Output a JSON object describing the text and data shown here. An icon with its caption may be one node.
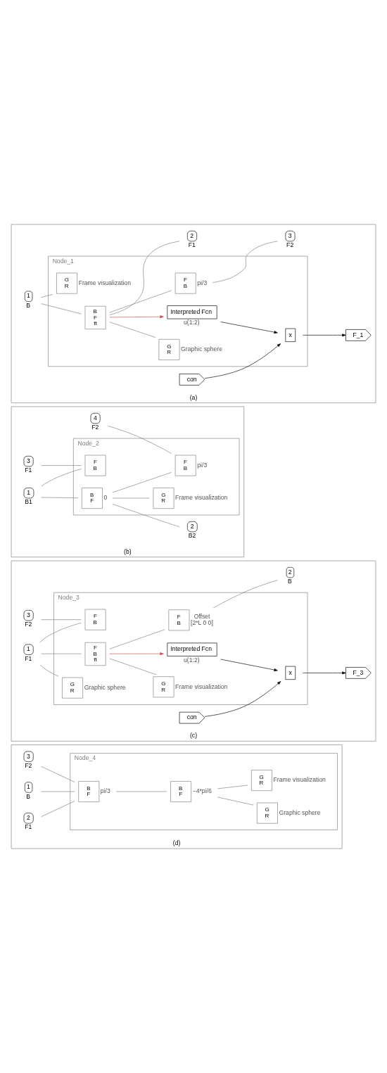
{
  "diagram": {
    "nodes": [
      {
        "text": [
          "(a)"
        ]
      },
      {
        "text": [
          "Node_1"
        ],
        "in": 0
      },
      {
        "text": [
          "1"
        ],
        "beside": [
          "B"
        ],
        "in": 0
      },
      {
        "text": [
          "con"
        ],
        "in": 0
      },
      {
        "text": [
          "G",
          "R"
        ],
        "beside": [
          "Frame visualization"
        ],
        "in": 1
      },
      {
        "text": [
          "G",
          "R"
        ],
        "beside": [
          "Graphic sphere"
        ],
        "in": 1
      },
      {
        "text": [
          "F",
          "B"
        ],
        "beside": [
          "pi/3"
        ],
        "in": 1
      },
      {
        "text": [
          "B",
          "F",
          "ft"
        ],
        "in": 1
      },
      {
        "text": [
          "Interpreted Fcn"
        ],
        "beside": [
          "u(1:2)"
        ],
        "in": 1
      },
      {
        "text": [
          "x"
        ],
        "in": 1
      },
      {
        "text": [
          "3"
        ],
        "beside": [
          "F2"
        ],
        "in": 0
      },
      {
        "text": [
          "2"
        ],
        "beside": [
          "F1"
        ],
        "in": 0
      },
      {
        "text": [
          "F_1"
        ],
        "in": 0
      },
      {
        "text": [
          "(b)"
        ]
      },
      {
        "text": [
          "Node_2"
        ],
        "in": 13
      },
      {
        "text": [
          "3"
        ],
        "beside": [
          "F1"
        ],
        "in": 13
      },
      {
        "text": [
          "F",
          "B"
        ],
        "in": 14
      },
      {
        "text": [
          "G",
          "R"
        ],
        "beside": [
          "Frame visualization"
        ],
        "in": 14
      },
      {
        "text": [
          "F",
          "B"
        ],
        "beside": [
          "pi/3"
        ],
        "in": 14
      },
      {
        "text": [
          "4"
        ],
        "beside": [
          "F2"
        ],
        "in": 13
      },
      {
        "text": [
          "1"
        ],
        "beside": [
          "B1"
        ],
        "in": 13
      },
      {
        "text": [
          "B",
          "F"
        ],
        "beside": [
          "0"
        ],
        "in": 14
      },
      {
        "text": [
          "2"
        ],
        "beside": [
          "B2"
        ],
        "in": 13
      },
      {
        "text": [
          "(c)"
        ]
      },
      {
        "text": [
          "Node_3"
        ],
        "in": 23
      },
      {
        "text": [
          "3"
        ],
        "beside": [
          "F2"
        ],
        "in": 23
      },
      {
        "text": [
          "F",
          "B"
        ],
        "in": 24
      },
      {
        "text": [
          "G",
          "R"
        ],
        "beside": [
          "Graphic sphere"
        ],
        "in": 24
      },
      {
        "text": [
          "G",
          "R"
        ],
        "beside": [
          "Frame visualization"
        ],
        "in": 24
      },
      {
        "text": [
          "1"
        ],
        "beside": [
          "F1"
        ],
        "in": 23
      },
      {
        "text": [
          "F",
          "B",
          "ft"
        ],
        "in": 24
      },
      {
        "text": [
          "F",
          "B"
        ],
        "beside": [
          "Offset",
          "[2*L 0 0]"
        ],
        "in": 24
      },
      {
        "text": [
          "2"
        ],
        "beside": [
          "B"
        ],
        "in": 23
      },
      {
        "text": [
          "Interpreted Fcn"
        ],
        "beside": [
          "u(1:2)"
        ],
        "in": 24
      },
      {
        "text": [
          "con"
        ],
        "in": 23
      },
      {
        "text": [
          "x"
        ],
        "in": 24
      },
      {
        "text": [
          "F_3"
        ],
        "in": 23
      },
      {
        "text": [
          "(d)"
        ]
      },
      {
        "text": [
          "Node_4"
        ],
        "in": 37
      },
      {
        "text": [
          "G",
          "R"
        ],
        "beside": [
          "Graphic sphere"
        ],
        "in": 38
      },
      {
        "text": [
          "G",
          "R"
        ],
        "beside": [
          "Frame visualization"
        ],
        "in": 38
      },
      {
        "text": [
          "B",
          "F"
        ],
        "beside": [
          "pi/3"
        ],
        "in": 38
      },
      {
        "text": [
          "B",
          "F"
        ],
        "beside": [
          "−4*pi/6"
        ],
        "in": 38
      },
      {
        "text": [
          "3"
        ],
        "beside": [
          "F2"
        ],
        "in": 37
      },
      {
        "text": [
          "1"
        ],
        "beside": [
          "B"
        ],
        "in": 37
      },
      {
        "text": [
          "2"
        ],
        "beside": [
          "F1"
        ],
        "in": 37
      }
    ],
    "edges": [
      {
        "from": 2,
        "to": 7,
        "arrow": "none"
      },
      {
        "from": 2,
        "to": 4,
        "arrow": "none"
      },
      {
        "from": 7,
        "to": 11,
        "arrow": "none"
      },
      {
        "from": 7,
        "to": 5,
        "arrow": "none"
      },
      {
        "from": 7,
        "to": 6,
        "arrow": "none"
      },
      {
        "from": 6,
        "to": 10,
        "arrow": "none"
      },
      {
        "from": 7,
        "to": 8,
        "arrow": "to",
        "color": "#c0504d"
      },
      {
        "from": 8,
        "to": 9,
        "arrow": "to",
        "color": "#000000"
      },
      {
        "from": 3,
        "to": 9,
        "arrow": "to",
        "color": "#000000"
      },
      {
        "from": 9,
        "to": 12,
        "arrow": "to",
        "color": "#000000"
      },
      {
        "from": 15,
        "to": 16,
        "arrow": "none"
      },
      {
        "from": 20,
        "to": 21,
        "arrow": "none"
      },
      {
        "from": 20,
        "to": 16,
        "arrow": "none"
      },
      {
        "from": 21,
        "to": 22,
        "arrow": "none"
      },
      {
        "from": 21,
        "to": 17,
        "arrow": "none"
      },
      {
        "from": 21,
        "to": 18,
        "arrow": "none"
      },
      {
        "from": 19,
        "to": 18,
        "arrow": "none"
      },
      {
        "from": 25,
        "to": 26,
        "arrow": "none"
      },
      {
        "from": 29,
        "to": 30,
        "arrow": "none"
      },
      {
        "from": 29,
        "to": 26,
        "arrow": "none"
      },
      {
        "from": 29,
        "to": 27,
        "arrow": "none"
      },
      {
        "from": 30,
        "to": 31,
        "arrow": "none"
      },
      {
        "from": 30,
        "to": 28,
        "arrow": "none"
      },
      {
        "from": 31,
        "to": 32,
        "arrow": "none"
      },
      {
        "from": 30,
        "to": 33,
        "arrow": "to",
        "color": "#c0504d"
      },
      {
        "from": 33,
        "to": 35,
        "arrow": "to",
        "color": "#000000"
      },
      {
        "from": 34,
        "to": 35,
        "arrow": "to",
        "color": "#000000"
      },
      {
        "from": 35,
        "to": 36,
        "arrow": "to",
        "color": "#000000"
      },
      {
        "from": 43,
        "to": 41,
        "arrow": "none"
      },
      {
        "from": 41,
        "to": 42,
        "arrow": "none"
      },
      {
        "from": 44,
        "to": 41,
        "arrow": "none"
      },
      {
        "from": 45,
        "to": 41,
        "arrow": "none"
      },
      {
        "from": 42,
        "to": 39,
        "arrow": "none"
      },
      {
        "from": 42,
        "to": 40,
        "arrow": "none"
      }
    ]
  }
}
